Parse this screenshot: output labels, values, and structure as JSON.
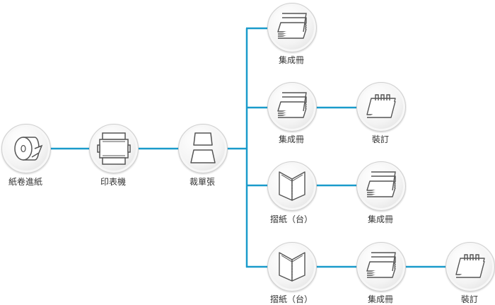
{
  "colors": {
    "line": "#1a9bcb",
    "icon": "#555555",
    "label": "#333333"
  },
  "nodes": {
    "roll": {
      "label": "紙卷進紙",
      "icon": "paper-roll-icon"
    },
    "printer": {
      "label": "印表機",
      "icon": "printer-icon"
    },
    "cutter": {
      "label": "裁單張",
      "icon": "sheet-cutter-icon"
    },
    "r1_stack": {
      "label": "集成冊",
      "icon": "paper-stack-icon"
    },
    "r2_stack": {
      "label": "集成冊",
      "icon": "paper-stack-icon"
    },
    "r2_bind": {
      "label": "裝訂",
      "icon": "binding-icon"
    },
    "r3_fold": {
      "label": "摺紙（台）",
      "icon": "fold-icon"
    },
    "r3_stack": {
      "label": "集成冊",
      "icon": "paper-stack-icon"
    },
    "r4_fold": {
      "label": "摺紙（台）",
      "icon": "fold-icon"
    },
    "r4_stack": {
      "label": "集成冊",
      "icon": "paper-stack-icon"
    },
    "r4_bind": {
      "label": "裝訂",
      "icon": "binding-icon"
    }
  }
}
